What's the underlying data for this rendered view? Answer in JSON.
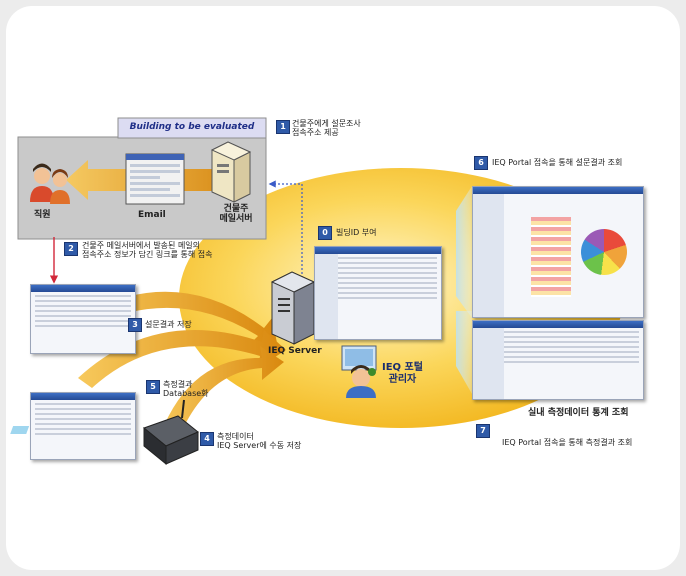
{
  "top_box": {
    "title": "Building to be evaluated"
  },
  "actors": {
    "staff": "직원",
    "email": "Email",
    "owner_server_line1": "건물주",
    "owner_server_line2": "메일서버",
    "ieq_server": "IEQ Server",
    "portal_admin_line1": "IEQ 포털",
    "portal_admin_line2": "관리자"
  },
  "steps": [
    {
      "num": "1",
      "line1": "건물주에게 설문조사",
      "line2": "접속주소 제공"
    },
    {
      "num": "2",
      "line1": "건물주 메일서버에서 발송된 메일의",
      "line2": "접속주소 정보가 담긴 링크를 통해 접속"
    },
    {
      "num": "3",
      "line1": "설문결과 저장"
    },
    {
      "num": "4",
      "line1": "측정데이터",
      "line2": "IEQ Server에 수동 저장"
    },
    {
      "num": "5",
      "line1": "측정결과",
      "line2": "Database화"
    },
    {
      "num": "0",
      "line1": "빌딩ID 부여"
    },
    {
      "num": "6",
      "line1": "IEQ Portal 접속을 통해 설문결과 조회"
    },
    {
      "num": "7",
      "line1": "IEQ Portal 접속을 통해 측정결과 조회"
    }
  ],
  "captions": {
    "indoor_stats": "실내  측정데이터 통계 조회"
  },
  "colors": {
    "ellipse": "#f6c431",
    "arrow": "#e79a1a",
    "step_badge": "#2f5aa8",
    "gray_box": "#c9c9c9"
  }
}
